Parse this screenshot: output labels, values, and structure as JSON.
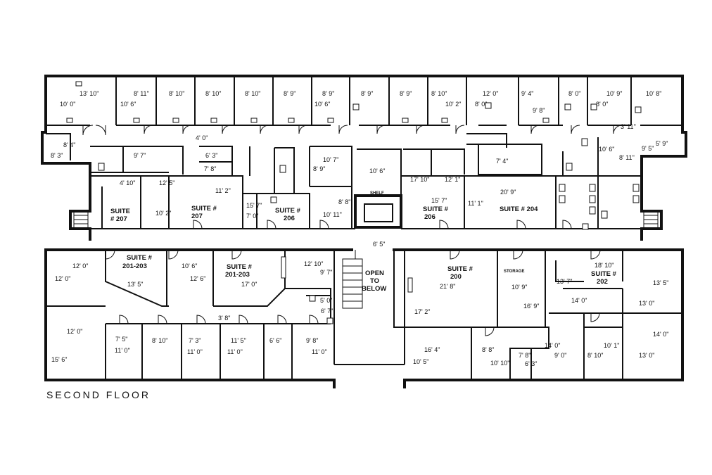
{
  "floor_title": "SECOND FLOOR",
  "labels": {
    "suite_207_a": "SUITE",
    "suite_207_a2": "# 207",
    "suite_207_b": "SUITE #",
    "suite_207_b2": "207",
    "suite_206_a": "SUITE #",
    "suite_206_a2": "206",
    "suite_206_b": "SUITE #",
    "suite_206_b2": "206",
    "suite_204": "SUITE # 204",
    "suite_201_203_a": "SUITE #",
    "suite_201_203_a2": "201-203",
    "suite_201_203_b": "SUITE #",
    "suite_201_203_b2": "201-203",
    "suite_200": "SUITE #",
    "suite_200_2": "200",
    "suite_202": "SUITE #",
    "suite_202_2": "202",
    "storage": "STORAGE",
    "open_1": "OPEN",
    "open_2": "TO",
    "open_3": "BELOW",
    "shelf": "SHELF"
  },
  "dims": {
    "d1": "13' 10\"",
    "d2": "10' 0\"",
    "d3": "8' 11\"",
    "d4": "10' 6\"",
    "d5": "8' 10\"",
    "d6": "8' 10\"",
    "d7": "8' 10\"",
    "d8": "8' 9\"",
    "d9": "8' 9\"",
    "d10": "10' 6\"",
    "d11": "8' 9\"",
    "d12": "8' 9\"",
    "d13": "8' 10\"",
    "d14": "10' 2\"",
    "d15": "12' 0\"",
    "d16": "8' 0\"",
    "d17": "9' 4\"",
    "d18": "9' 8\"",
    "d19": "8' 0\"",
    "d20": "10' 9\"",
    "d21": "8' 0\"",
    "d22": "10' 8\"",
    "d23": "8' 4\"",
    "d24": "8' 3\"",
    "d25": "4' 0\"",
    "d26": "3' 11\"",
    "d27": "5' 9\"",
    "d28": "9' 5\"",
    "d29": "9' 7\"",
    "d30": "6' 3\"",
    "d31": "7' 8\"",
    "d32": "10' 7\"",
    "d33": "8' 9\"",
    "d34": "10' 6\"",
    "d35": "7' 4\"",
    "d36": "10' 6\"",
    "d37": "8' 11\"",
    "d38": "4' 10\"",
    "d39": "12' 5\"",
    "d40": "11' 2\"",
    "d41": "17' 10\"",
    "d42": "12' 1\"",
    "d43": "20' 9\"",
    "d44": "15' 7\"",
    "d45": "8' 8\"",
    "d46": "15' 7\"",
    "d47": "7' 0\"",
    "d48": "11' 1\"",
    "d49": "10' 2\"",
    "d50": "10' 11\"",
    "d51": "6' 5\"",
    "d52": "12' 0\"",
    "d53": "12' 0\"",
    "d54": "10' 6\"",
    "d55": "12' 6\"",
    "d56": "13' 5\"",
    "d57": "17' 0\"",
    "d58": "12' 10\"",
    "d59": "9' 7\"",
    "d60": "5' 0\"",
    "d61": "6' 7\"",
    "d62": "3' 8\"",
    "d63": "21' 8\"",
    "d64": "10' 9\"",
    "d65": "16' 9\"",
    "d66": "17' 2\"",
    "d67": "18' 10\"",
    "d68": "13' 7\"",
    "d69": "13' 5\"",
    "d70": "14' 0\"",
    "d71": "13' 0\"",
    "d72": "12' 0\"",
    "d73": "15' 6\"",
    "d74": "7' 5\"",
    "d75": "11' 0\"",
    "d76": "8' 10\"",
    "d77": "7' 3\"",
    "d78": "11' 0\"",
    "d79": "11' 5\"",
    "d80": "11' 0\"",
    "d81": "6' 6\"",
    "d82": "9' 8\"",
    "d83": "11' 0\"",
    "d84": "16' 4\"",
    "d85": "10' 5\"",
    "d86": "8' 8\"",
    "d87": "10' 10\"",
    "d88": "7' 8\"",
    "d89": "6' 3\"",
    "d90": "14' 0\"",
    "d91": "9' 0\"",
    "d92": "8' 10\"",
    "d93": "10' 1\"",
    "d94": "13' 0\"",
    "d95": "14' 0\""
  }
}
